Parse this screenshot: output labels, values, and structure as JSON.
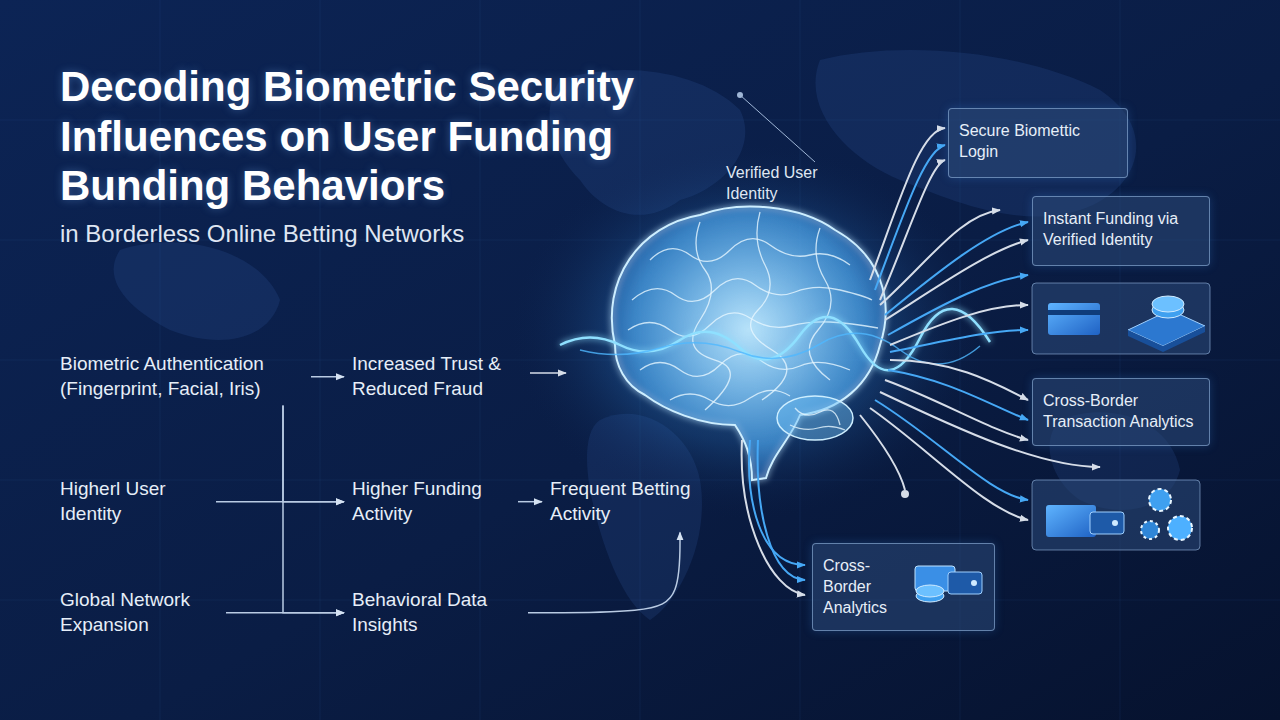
{
  "diagram": {
    "title": "Decoding Biometric Security Influences on User Funding Bunding Behaviors",
    "nodes": [
      {
        "text": [
          "Biometric Authentication (Fingerprint, Facial, Iris)"
        ]
      },
      {
        "text": [
          "Increased Trust & Reduced Fraud"
        ]
      },
      {
        "text": [
          "Higherl User Identity"
        ]
      },
      {
        "text": [
          "Higher Funding Activity"
        ]
      },
      {
        "text": [
          "Frequent Betting Activity"
        ]
      },
      {
        "text": [
          "Global Network Expansion"
        ]
      },
      {
        "text": [
          "Behavioral Data Insights"
        ]
      },
      {
        "text": [
          "Secure Biomettic Login"
        ]
      },
      {
        "text": [
          "Instant Funding via Verified Identity"
        ]
      },
      {
        "text": [
          "Cross-Border Transaction Analytics"
        ]
      },
      {
        "text": [
          "Cross-Border Analytics"
        ]
      }
    ],
    "edges": [
      {
        "from": 0,
        "to": 1,
        "arrow": "to"
      },
      {
        "from": 0,
        "to": 3,
        "arrow": "to"
      },
      {
        "from": 2,
        "to": 3,
        "arrow": "to"
      },
      {
        "from": 3,
        "to": 4,
        "arrow": "to"
      },
      {
        "from": 5,
        "to": 6,
        "arrow": "to"
      },
      {
        "from": 0,
        "to": 6,
        "arrow": "to"
      },
      {
        "from": 6,
        "to": 4,
        "arrow": "to"
      }
    ],
    "labels": [
      "in Borderless Online Betting Networks",
      "Verified User Identity"
    ]
  }
}
